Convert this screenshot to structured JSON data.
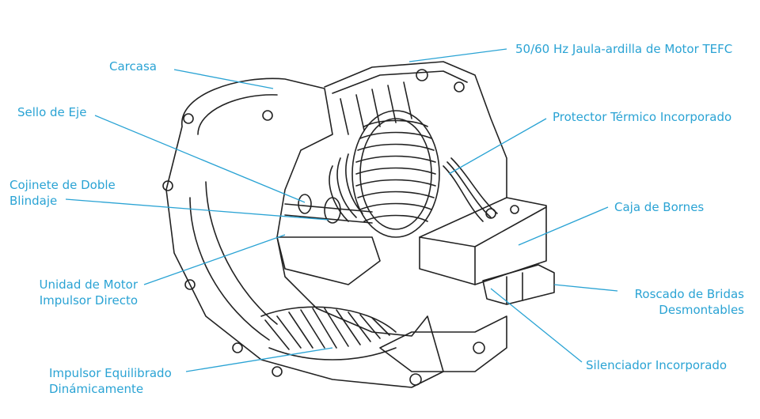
{
  "colors": {
    "label": "#2aa3d4",
    "leader": "#2aa3d4",
    "drawing": "#222222"
  },
  "labels": {
    "carcasa": [
      "Carcasa"
    ],
    "sello": [
      "Sello de Eje"
    ],
    "cojinete": [
      "Cojinete de Doble",
      "Blindaje"
    ],
    "unidad": [
      "Unidad de Motor",
      "Impulsor Directo"
    ],
    "impulsor": [
      "Impulsor Equilibrado",
      "Dinámicamente"
    ],
    "motor": [
      "50/60 Hz Jaula-ardilla de Motor TEFC"
    ],
    "protector": [
      "Protector Térmico Incorporado"
    ],
    "caja": [
      "Caja de Bornes"
    ],
    "roscado": [
      "Roscado de Bridas",
      "Desmontables"
    ],
    "silenciador": [
      "Silenciador Incorporado"
    ]
  }
}
